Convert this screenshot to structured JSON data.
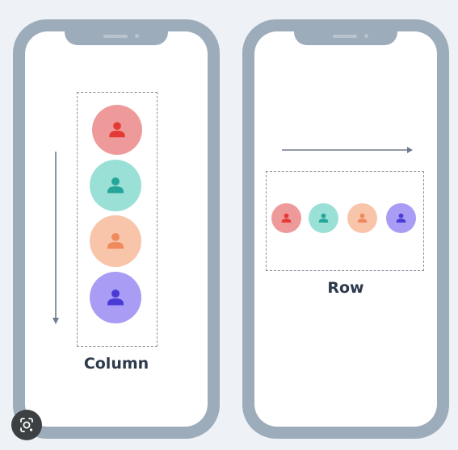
{
  "column_panel": {
    "label": "Column",
    "direction": "vertical",
    "avatars": [
      {
        "icon": "person-icon",
        "bg": "#ef9a9a",
        "fg": "#e53935"
      },
      {
        "icon": "person-icon",
        "bg": "#9be0d6",
        "fg": "#26a69a"
      },
      {
        "icon": "person-icon",
        "bg": "#f8c5aa",
        "fg": "#ee8a5c"
      },
      {
        "icon": "person-icon",
        "bg": "#a89cf5",
        "fg": "#4a3bd6"
      }
    ]
  },
  "row_panel": {
    "label": "Row",
    "direction": "horizontal",
    "avatars": [
      {
        "icon": "person-icon",
        "bg": "#ef9a9a",
        "fg": "#e53935"
      },
      {
        "icon": "person-icon",
        "bg": "#9be0d6",
        "fg": "#26a69a"
      },
      {
        "icon": "person-icon",
        "bg": "#f8c5aa",
        "fg": "#ee8a5c"
      },
      {
        "icon": "person-icon",
        "bg": "#a89cf5",
        "fg": "#4a3bd6"
      }
    ]
  },
  "colors": {
    "background": "#eef1f5",
    "phone_frame": "#9dacba",
    "screen": "#ffffff",
    "arrow": "#6e7c8c",
    "label_text": "#2c3a4b",
    "dashed_border": "#8a94a0"
  },
  "overlay": {
    "icon": "visual-search-icon"
  }
}
